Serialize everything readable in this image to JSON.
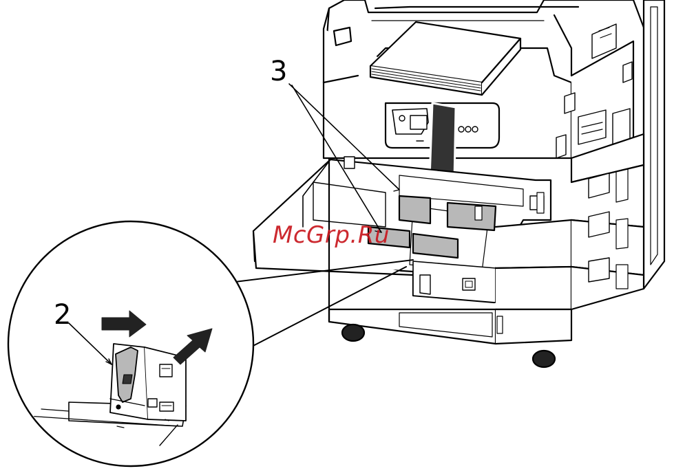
{
  "callouts": {
    "label_3": "3",
    "label_2": "2"
  },
  "watermark": "McGrp.Ru",
  "colors": {
    "line": "#000000",
    "panel": "#ffffff",
    "shade": "#b8b8b8",
    "dark": "#333333",
    "watermark": "#c8171e"
  },
  "icons": [
    "down-arrow-icon",
    "right-arrow-icon",
    "up-right-arrow-icon"
  ]
}
